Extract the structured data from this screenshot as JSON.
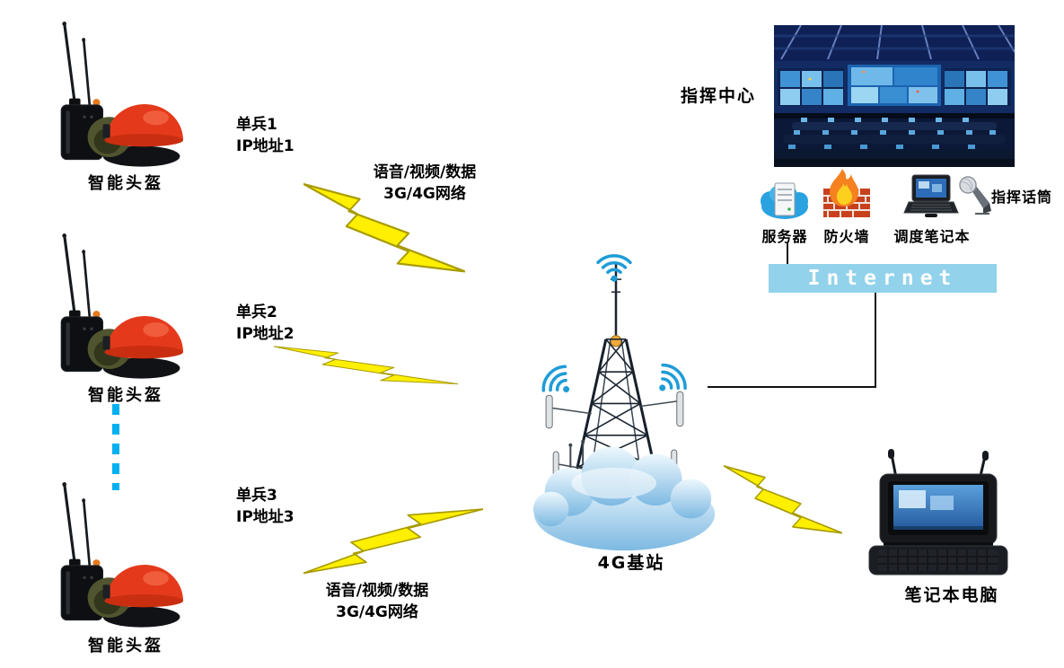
{
  "palette": {
    "background": "#ffffff",
    "bolt_fill": "#ffef00",
    "bolt_outline": "#a79b00",
    "internet_bar": "#92d2ea",
    "internet_text": "#ffffff",
    "dotted_link": "#00b0f0",
    "wifi_blue": "#1e9cd8",
    "connector_line": "#111111",
    "helmet_red": "#e43a1b",
    "label_text": "#000000"
  },
  "nodes": {
    "soldier1": {
      "name": "单兵1",
      "ip": "IP地址1",
      "device": "智能头盔"
    },
    "soldier2": {
      "name": "单兵2",
      "ip": "IP地址2",
      "device": "智能头盔"
    },
    "soldier3": {
      "name": "单兵3",
      "ip": "IP地址3",
      "device": "智能头盔"
    },
    "uplink_top": {
      "line1": "语音/视频/数据",
      "line2": "3G/4G网络"
    },
    "uplink_bottom": {
      "line1": "语音/视频/数据",
      "line2": "3G/4G网络"
    },
    "base_station": {
      "label": "4G基站"
    },
    "command_center": {
      "label": "指挥中心"
    },
    "server": {
      "label": "服务器"
    },
    "firewall": {
      "label": "防火墙"
    },
    "dispatch_laptop": {
      "label": "调度笔记本"
    },
    "command_mic": {
      "label": "指挥话筒"
    },
    "internet": {
      "label": "Internet"
    },
    "field_laptop": {
      "label": "笔记本电脑"
    }
  }
}
